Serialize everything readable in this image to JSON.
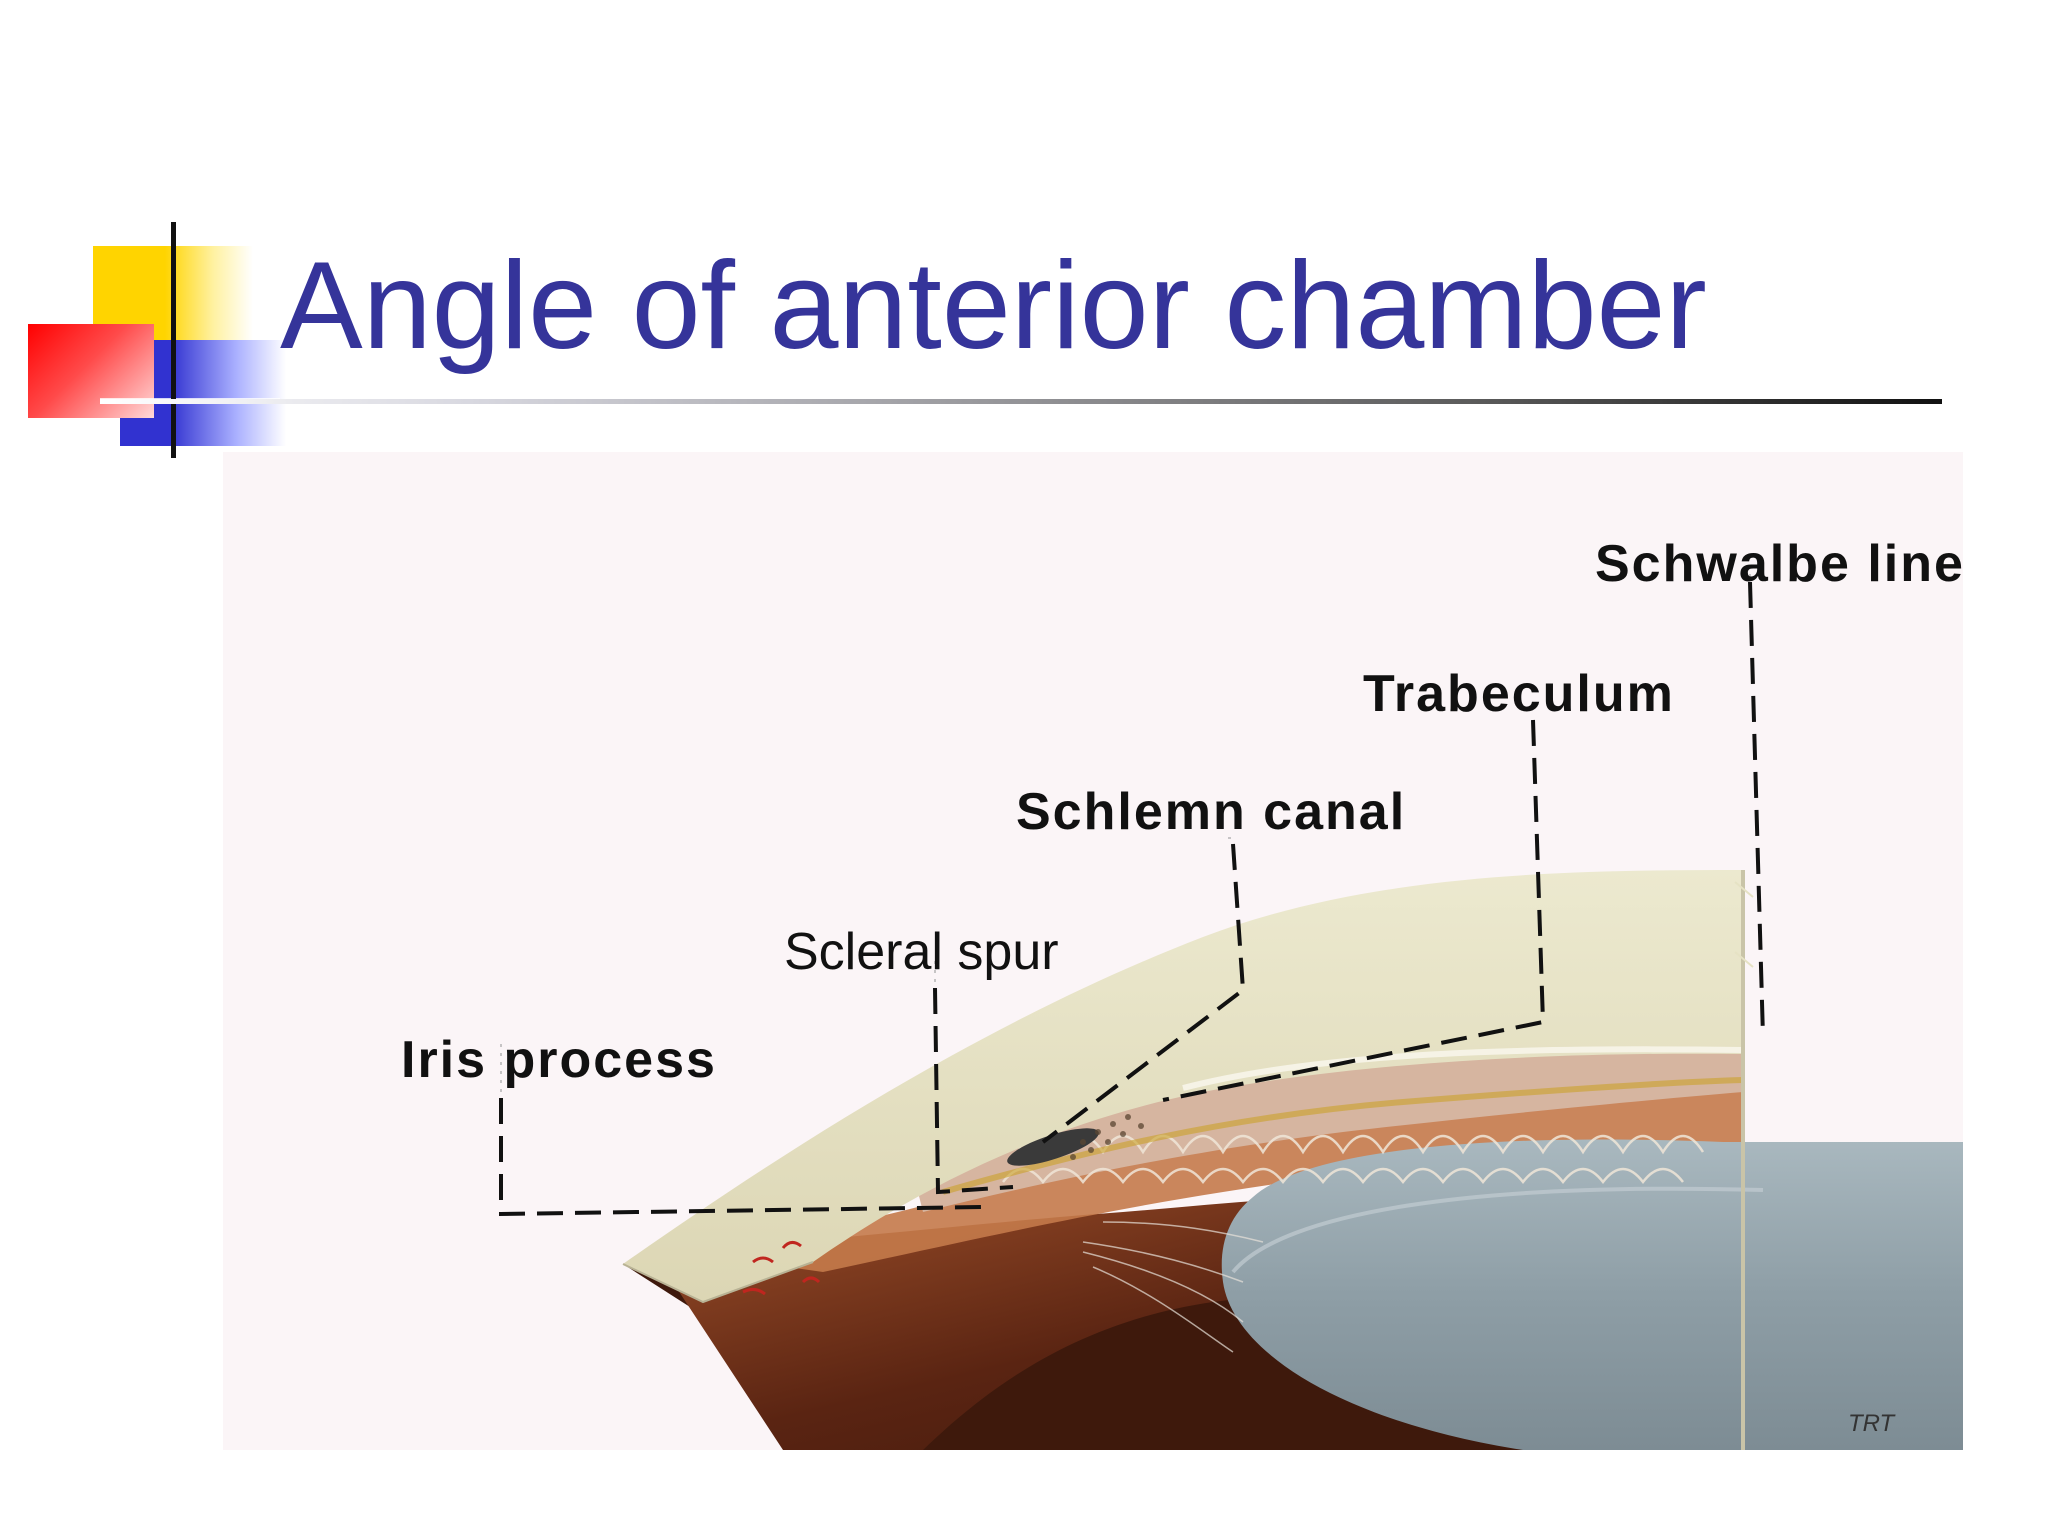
{
  "slide": {
    "title": "Angle of anterior chamber"
  },
  "figure": {
    "labels": {
      "schwalbe_line": "Schwalbe line",
      "trabeculum": "Trabeculum",
      "schlemm_canal": "Schlemn canal",
      "scleral_spur": "Scleral spur",
      "iris_process": "Iris process"
    },
    "signature": "TRT"
  },
  "colors": {
    "title": "#35349a",
    "cornea": "#e6e2c4",
    "iris_dark": "#4a1f10",
    "lens": "#8f9ea6"
  }
}
